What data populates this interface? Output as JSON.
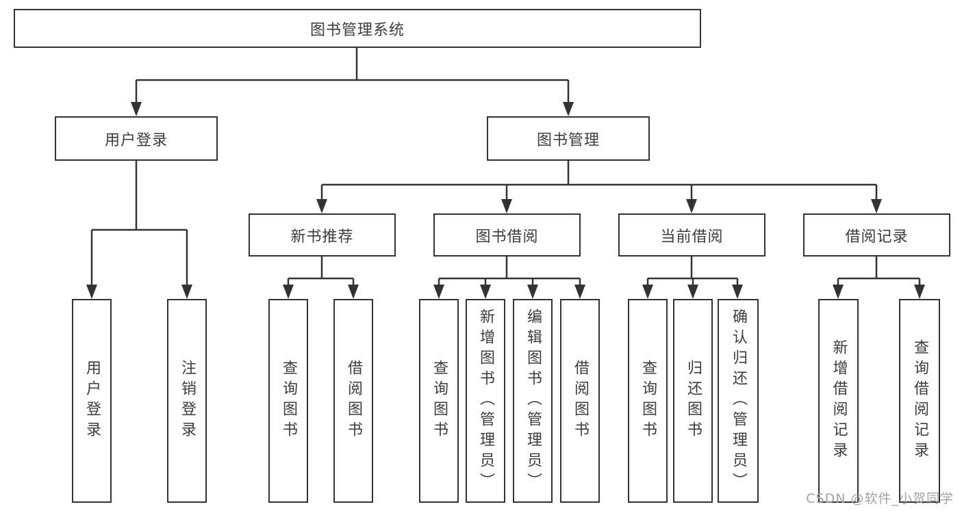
{
  "nodes": {
    "root": "图书管理系统",
    "user_login": "用户登录",
    "book_mgmt": "图书管理",
    "new_book_rec": "新书推荐",
    "book_borrow": "图书借阅",
    "current_borrow": "当前借阅",
    "borrow_records": "借阅记录",
    "leaf_user_login": "用户登录",
    "leaf_logout": "注销登录",
    "leaf_rec_query": "查询图书",
    "leaf_rec_borrow": "借阅图书",
    "leaf_bor_query": "查询图书",
    "leaf_bor_add": "新增图书（管理员）",
    "leaf_bor_edit": "编辑图书（管理员）",
    "leaf_bor_borrow": "借阅图书",
    "leaf_cur_query": "查询图书",
    "leaf_cur_return": "归还图书",
    "leaf_cur_confirm": "确认归还（管理员）",
    "leaf_records_add": "新增借阅记录",
    "leaf_records_query": "查询借阅记录"
  },
  "hierarchy": {
    "图书管理系统": {
      "用户登录": [
        "用户登录",
        "注销登录"
      ],
      "图书管理": {
        "新书推荐": [
          "查询图书",
          "借阅图书"
        ],
        "图书借阅": [
          "查询图书",
          "新增图书（管理员）",
          "编辑图书（管理员）",
          "借阅图书"
        ],
        "当前借阅": [
          "查询图书",
          "归还图书",
          "确认归还（管理员）"
        ],
        "借阅记录": [
          "新增借阅记录",
          "查询借阅记录"
        ]
      }
    }
  },
  "watermark": {
    "text": "CSDN @软件_小贺同学"
  },
  "colors": {
    "line": "#333333",
    "text": "#3c3c3c",
    "watermark": "#a3a3a3",
    "background": "#ffffff"
  }
}
